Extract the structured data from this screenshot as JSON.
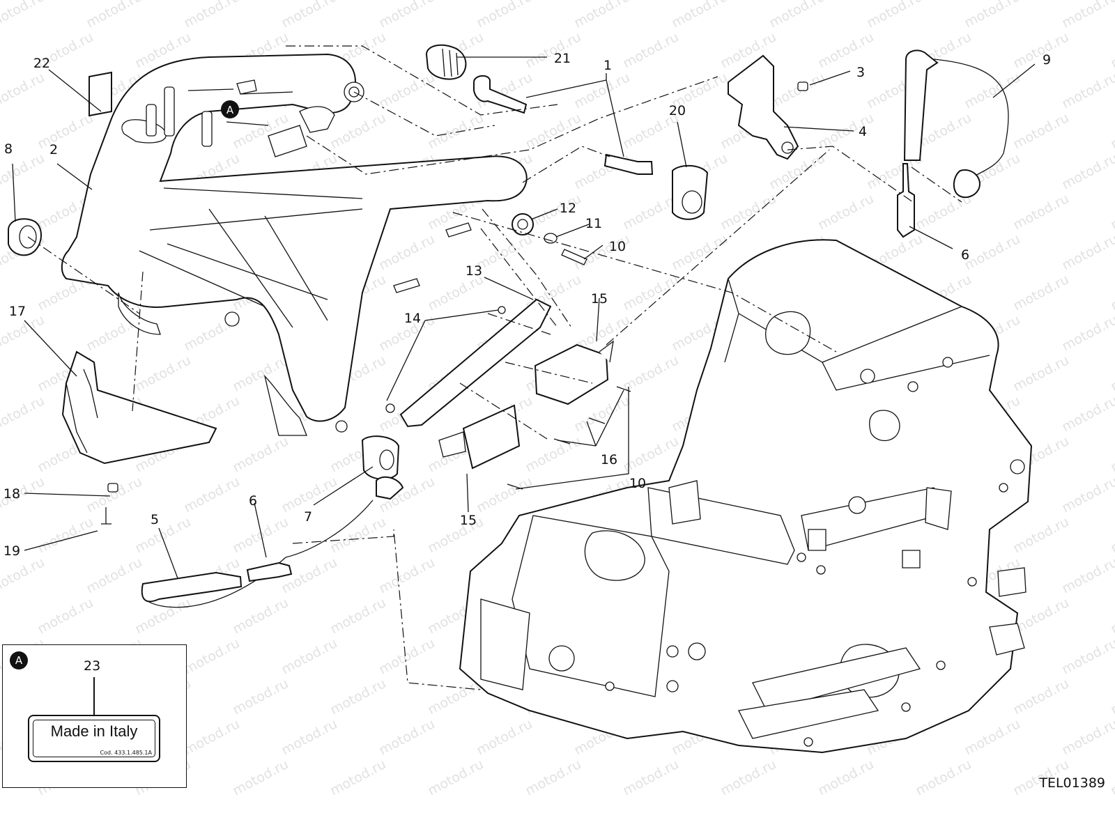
{
  "watermark": "motod.ru",
  "drawing_code": "TEL01389",
  "callouts": {
    "c1": "1",
    "c2": "2",
    "c3": "3",
    "c4": "4",
    "c5": "5",
    "c6a": "6",
    "c6b": "6",
    "c7": "7",
    "c8": "8",
    "c9": "9",
    "c10a": "10",
    "c10b": "10",
    "c11": "11",
    "c12": "12",
    "c13": "13",
    "c14": "14",
    "c15a": "15",
    "c15b": "15",
    "c16": "16",
    "c17": "17",
    "c18": "18",
    "c19": "19",
    "c20": "20",
    "c21": "21",
    "c22": "22"
  },
  "marker_main": "A",
  "inset": {
    "marker": "A",
    "part_number": "23",
    "label_text": "Made in Italy",
    "label_code": "Cod. 433.1.485.1A"
  }
}
